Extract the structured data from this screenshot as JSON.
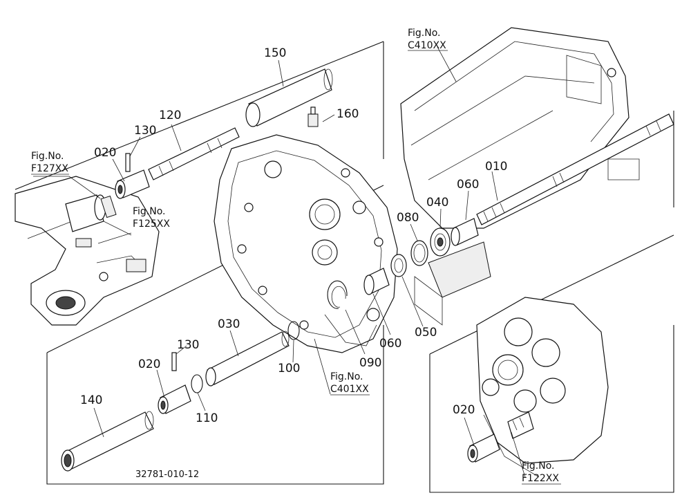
{
  "drawing_code": "32781-010-12",
  "part_numbers": {
    "p010": "010",
    "p020_top": "020",
    "p020_mid": "020",
    "p020_right": "020",
    "p030": "030",
    "p040": "040",
    "p050": "050",
    "p060_top": "060",
    "p060_bottom": "060",
    "p080": "080",
    "p090": "090",
    "p100": "100",
    "p110": "110",
    "p120": "120",
    "p130_top": "130",
    "p130_bottom": "130",
    "p140": "140",
    "p150": "150",
    "p160": "160"
  },
  "figure_refs": {
    "c410": {
      "label": "Fig.No.",
      "code": "C410XX"
    },
    "f127": {
      "label": "Fig.No.",
      "code": "F127XX"
    },
    "f125": {
      "label": "Fig.No.",
      "code": "F125XX"
    },
    "c401": {
      "label": "Fig.No.",
      "code": "C401XX"
    },
    "f122": {
      "label": "Fig.No.",
      "code": "F122XX"
    }
  }
}
